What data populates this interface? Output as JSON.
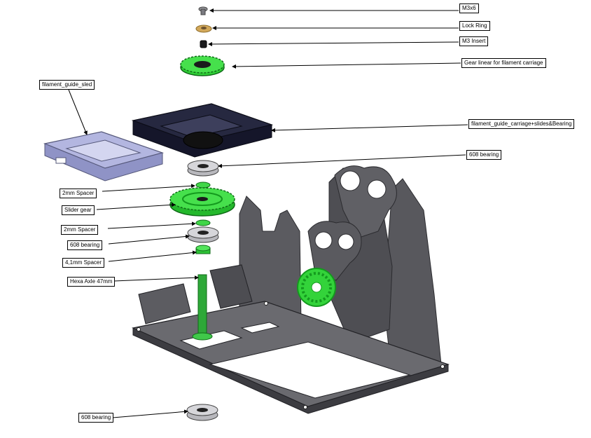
{
  "labels": {
    "m3x6": "M3x6",
    "lock_ring": "Lock Ring",
    "m3_insert": "M3 Insert",
    "gear_linear": "Gear linear for filament carriage",
    "filament_guide_sled": "filament_guide_sled",
    "carriage": "filament_guide_carriage+slides&Bearing",
    "bearing_top": "608 bearing",
    "spacer_2mm_top": "2mm Spacer",
    "slider_gear": "Slider gear",
    "spacer_2mm_bottom": "2mm Spacer",
    "bearing_mid": "608 bearing",
    "spacer_41mm": "4,1mm Spacer",
    "hexa_axle": "Hexa Axle 47mm",
    "bearing_bottom": "608 bearing"
  },
  "colors": {
    "part_gray": "#55555a",
    "part_dark": "#2e2e33",
    "gear_green": "#33d33a",
    "gear_green_dark": "#149a1e",
    "sled_blue": "#a8acd8",
    "carriage_navy": "#1c1e38",
    "lock_ring_gold": "#d2a85a"
  }
}
